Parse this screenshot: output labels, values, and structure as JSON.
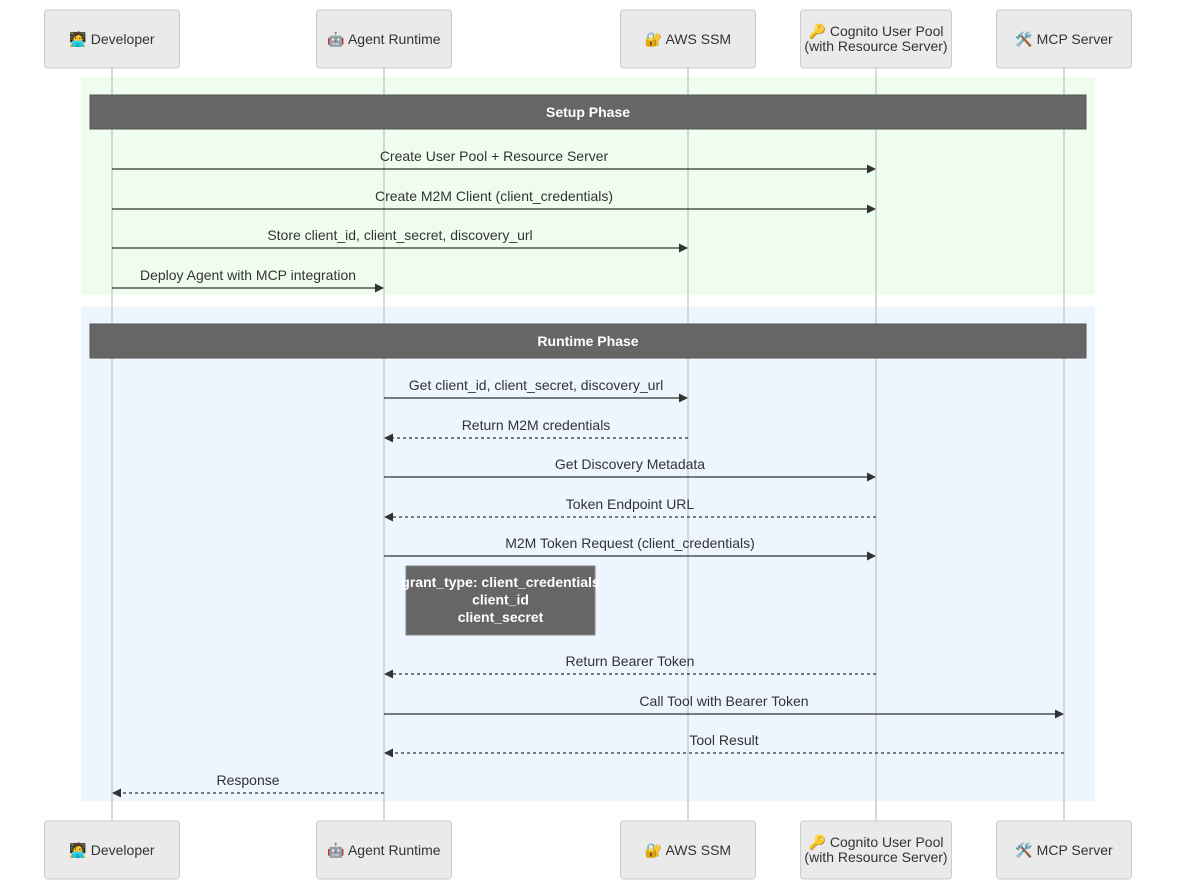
{
  "actors": [
    {
      "id": "dev",
      "icon": "🧑‍💻",
      "lines": [
        "Developer"
      ]
    },
    {
      "id": "agent",
      "icon": "🤖",
      "lines": [
        "Agent Runtime"
      ]
    },
    {
      "id": "ssm",
      "icon": "🔐",
      "lines": [
        "AWS SSM"
      ]
    },
    {
      "id": "cognito",
      "icon": "🔑",
      "lines": [
        "Cognito User Pool",
        "(with Resource Server)"
      ]
    },
    {
      "id": "mcp",
      "icon": "🛠️",
      "lines": [
        "MCP Server"
      ]
    }
  ],
  "phases": [
    {
      "label": "Setup Phase",
      "color": "#effdee"
    },
    {
      "label": "Runtime Phase",
      "color": "#edf5fe"
    }
  ],
  "messages": [
    {
      "from": "dev",
      "to": "cognito",
      "text": "Create User Pool + Resource Server",
      "dashed": false
    },
    {
      "from": "dev",
      "to": "cognito",
      "text": "Create M2M Client (client_credentials)",
      "dashed": false
    },
    {
      "from": "dev",
      "to": "ssm",
      "text": "Store client_id, client_secret, discovery_url",
      "dashed": false
    },
    {
      "from": "dev",
      "to": "agent",
      "text": "Deploy Agent with MCP integration",
      "dashed": false
    },
    {
      "from": "agent",
      "to": "ssm",
      "text": "Get client_id, client_secret, discovery_url",
      "dashed": false
    },
    {
      "from": "ssm",
      "to": "agent",
      "text": "Return M2M credentials",
      "dashed": true
    },
    {
      "from": "agent",
      "to": "cognito",
      "text": "Get Discovery Metadata",
      "dashed": false
    },
    {
      "from": "cognito",
      "to": "agent",
      "text": "Token Endpoint URL",
      "dashed": true
    },
    {
      "from": "agent",
      "to": "cognito",
      "text": "M2M Token Request (client_credentials)",
      "dashed": false
    },
    {
      "from": "cognito",
      "to": "agent",
      "text": "Return Bearer Token",
      "dashed": true
    },
    {
      "from": "agent",
      "to": "mcp",
      "text": "Call Tool with Bearer Token",
      "dashed": false
    },
    {
      "from": "mcp",
      "to": "agent",
      "text": "Tool Result",
      "dashed": true
    },
    {
      "from": "agent",
      "to": "dev",
      "text": "Response",
      "dashed": true
    }
  ],
  "note": {
    "lines": [
      "grant_type: client_credentials",
      "client_id",
      "client_secret"
    ]
  },
  "colors": {
    "line": "#333333",
    "actor_fill": "#eaeaea",
    "phase_bar": "#666666"
  }
}
